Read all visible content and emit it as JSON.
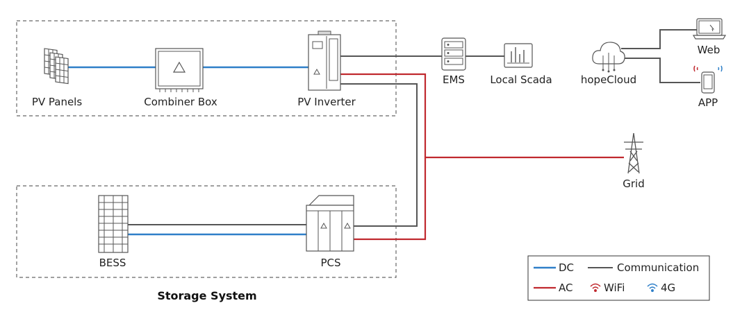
{
  "colors": {
    "dc": "#2e7fc8",
    "ac": "#c0282e",
    "communication": "#555555",
    "wifi": "#c0282e",
    "g4": "#2e7fc8"
  },
  "devices": {
    "pv_panels": "PV Panels",
    "combiner_box": "Combiner Box",
    "pv_inverter": "PV Inverter",
    "ems": "EMS",
    "local_scada": "Local Scada",
    "hopecloud": "hopeCloud",
    "web": "Web",
    "app": "APP",
    "grid": "Grid",
    "bess": "BESS",
    "pcs": "PCS"
  },
  "groups": {
    "storage_system": "Storage System"
  },
  "legend": {
    "dc": "DC",
    "communication": "Communication",
    "ac": "AC",
    "wifi": "WiFi",
    "g4": "4G"
  }
}
